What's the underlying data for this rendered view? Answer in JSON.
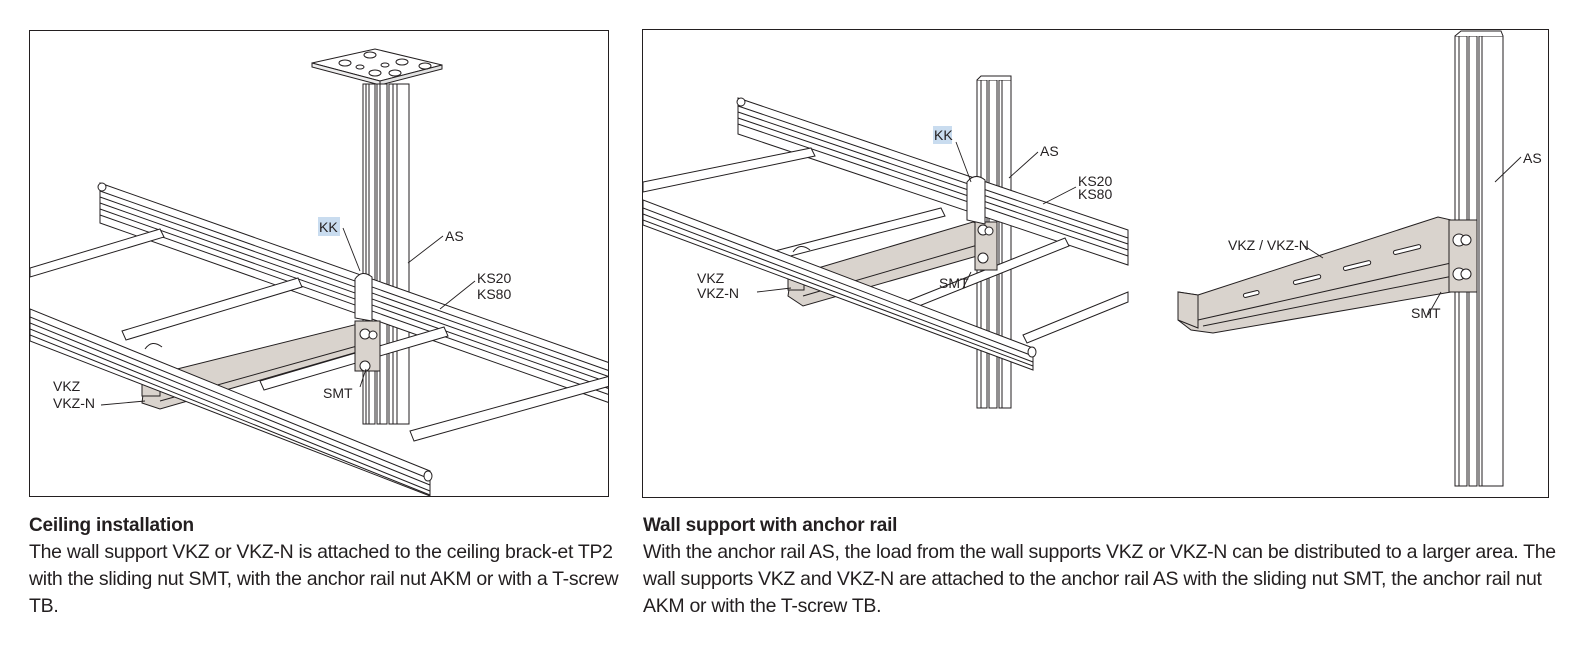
{
  "figures": [
    {
      "id": "ceiling",
      "title": "Ceiling installation",
      "description": "The wall support VKZ or VKZ-N is attached to the ceiling brack-et TP2 with the sliding nut SMT, with the anchor rail nut AKM or with a T-screw TB.",
      "callouts": {
        "kk": "KK",
        "as": "AS",
        "ks20": "KS20",
        "ks80": "KS80",
        "vkz": "VKZ",
        "vkzn": "VKZ-N",
        "smt": "SMT"
      }
    },
    {
      "id": "wall",
      "title": "Wall support with anchor rail",
      "description": "With the anchor rail AS, the load from the wall supports VKZ or VKZ-N can be distributed to a larger area. The wall supports VKZ and VKZ-N are attached to the anchor rail AS with the sliding nut SMT, the anchor rail nut AKM or with the T-screw TB.",
      "callouts": {
        "kk": "KK",
        "as": "AS",
        "ks20": "KS20",
        "ks80": "KS80",
        "vkz": "VKZ",
        "vkzn": "VKZ-N",
        "smt": "SMT"
      },
      "detail_callouts": {
        "as": "AS",
        "vkz_vkzn": "VKZ / VKZ-N",
        "smt": "SMT"
      }
    }
  ],
  "colors": {
    "line": "#231f20",
    "bracket_fill": "#d9d3cd",
    "highlight": "#c9dcef"
  }
}
